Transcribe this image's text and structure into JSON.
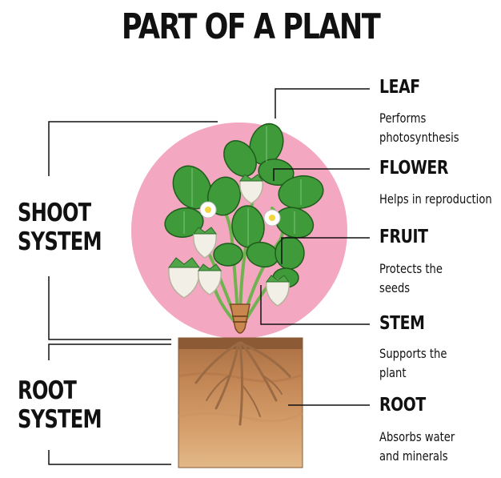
{
  "title": "PART OF A PLANT",
  "shoot_system": {
    "line1": "SHOOT",
    "line2": "SYSTEM"
  },
  "root_system": {
    "line1": "ROOT",
    "line2": "SYSTEM"
  },
  "parts": [
    {
      "name": "LEAF",
      "desc": "Performs photosynthesis"
    },
    {
      "name": "FLOWER",
      "desc": "Helps in reproduction"
    },
    {
      "name": "FRUIT",
      "desc": "Protects the seeds"
    },
    {
      "name": "STEM",
      "desc": "Supports the plant"
    },
    {
      "name": "ROOT",
      "desc": "Absorbs water and minerals"
    }
  ],
  "colors": {
    "circle": "#f4a7c1",
    "leaf": "#3f9a3a",
    "leaf_dark": "#276e24",
    "stem": "#7cbf5a",
    "soil_top": "#b77b4e",
    "soil_mid": "#c98e5d",
    "soil_bottom": "#dcae7c",
    "root": "#9a6a44",
    "fruit": "#f2efe6"
  }
}
